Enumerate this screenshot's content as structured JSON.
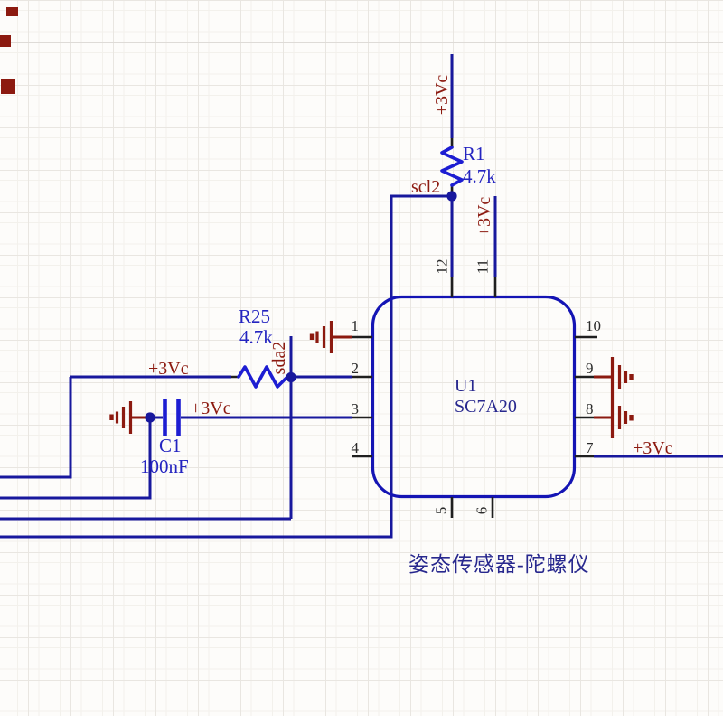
{
  "title": "姿态传感器-陀螺仪",
  "colors": {
    "wire": "#18189d",
    "component_stroke": "#1d1dd2",
    "net_label": "#8c1a10",
    "ic_text": "#28288e",
    "pin_number": "#2b2b2b",
    "background": "#fdfcfa"
  },
  "components": {
    "r1": {
      "ref": "R1",
      "value": "4.7k"
    },
    "r25": {
      "ref": "R25",
      "value": "4.7k"
    },
    "c1": {
      "ref": "C1",
      "value": "100nF"
    },
    "u1": {
      "ref": "U1",
      "value": "SC7A20"
    }
  },
  "nets": {
    "scl": "scl2",
    "sda": "sda2",
    "power_top": "+3Vc",
    "power_pin11": "+3Vc",
    "power_left": "+3Vc",
    "power_c1": "+3Vc",
    "power_pin7": "+3Vc"
  },
  "ic": {
    "pins_left": [
      "1",
      "2",
      "3",
      "4"
    ],
    "pins_right": [
      "10",
      "9",
      "8",
      "7"
    ],
    "pins_top": [
      "12",
      "11"
    ],
    "pins_bottom": [
      "5",
      "6"
    ]
  }
}
